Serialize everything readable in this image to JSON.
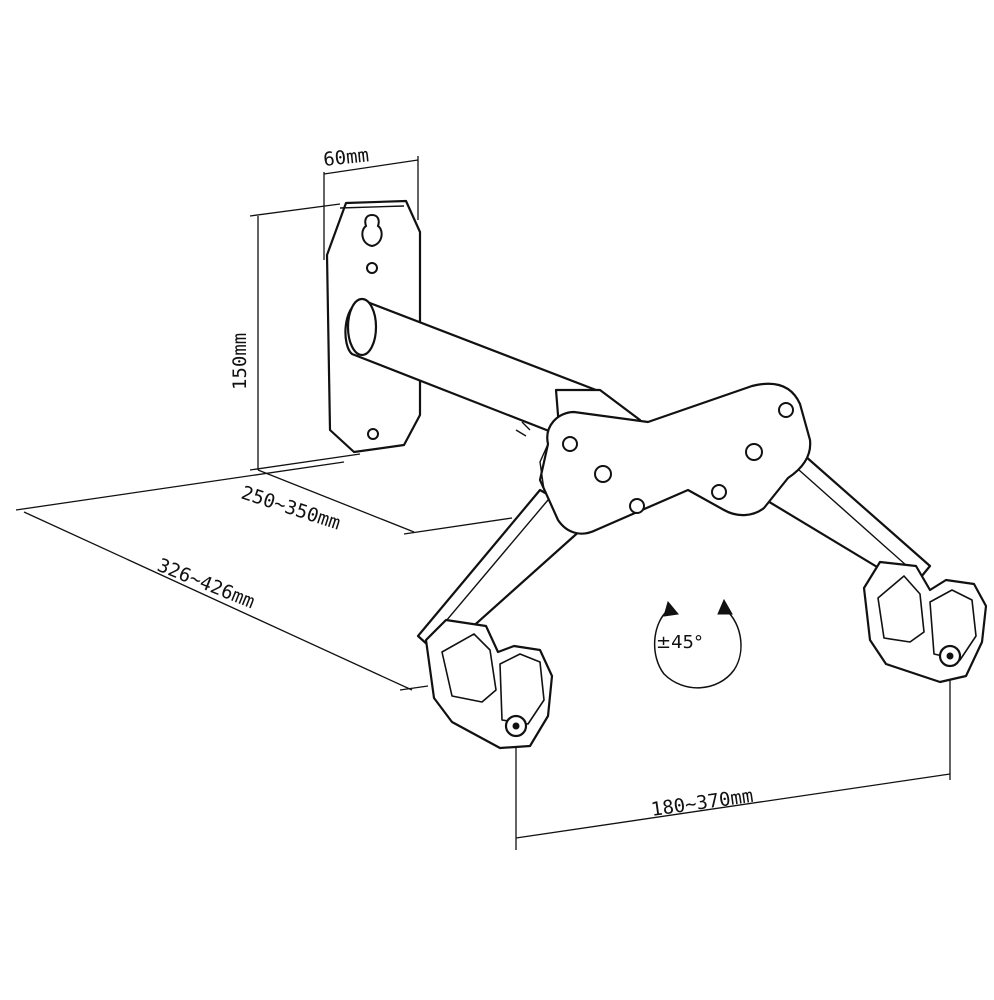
{
  "diagram": {
    "dimensions": {
      "plate_width": "60mm",
      "plate_height": "150mm",
      "arm_depth": "250~350mm",
      "total_depth": "326~426mm",
      "rotation": "±45°",
      "hook_spacing": "180~370mm"
    },
    "icons": {
      "rotation": "rotation-arrows-icon"
    }
  }
}
